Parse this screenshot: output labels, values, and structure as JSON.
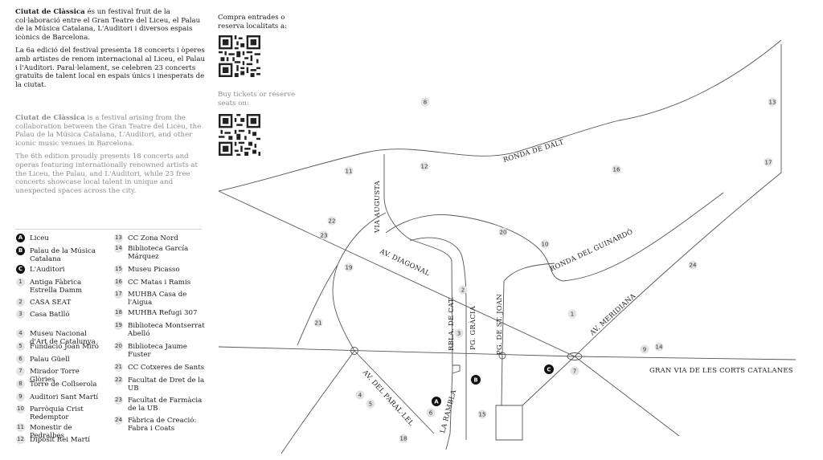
{
  "intro": {
    "ca_title": "Ciutat de Clàssica",
    "ca_p1": " és un festival fruit de la col·laboració entre el Gran Teatre del Liceu, el Palau de la Música Catalana, L'Auditori i diversos espais icònics de Barcelona.",
    "ca_p2": "La 6a edició del festival presenta 18 concerts i òperes amb artistes de renom internacional al Liceu, el Palau i l'Auditori. Paral·lelament, se celebren 23 concerts gratuïts de talent local en espais únics i inesperats de la ciutat.",
    "en_title": "Ciutat de Clàssica",
    "en_p1": " is a festival arising from the collaboration between the Gran Teatre del Liceu, the Palau de la Música Catalana, L'Auditori, and other iconic music venues in Barcelona.",
    "en_p2": "The 6th edition proudly presents 18 concerts and operas featuring internationally renowned artists at the Liceu, the Palau, and L'Auditori, while 23 free concerts showcase local talent in unique and unexpected spaces across the city."
  },
  "tickets": {
    "ca_label": "Compra entrades o reserva localitats a:",
    "en_label": "Buy tickets or reserve seats on:",
    "qr_icon": "qr-code-icon"
  },
  "legend": {
    "col1": [
      {
        "key": "A",
        "label": "Liceu",
        "dark": true
      },
      {
        "key": "B",
        "label": "Palau de la Música Catalana",
        "dark": true
      },
      {
        "key": "C",
        "label": "L'Auditori",
        "dark": true
      },
      {
        "key": "1",
        "label": "Antiga Fàbrica Estrella Damm"
      },
      {
        "key": "2",
        "label": "CASA SEAT"
      },
      {
        "key": "3",
        "label": "Casa Batlló"
      },
      {
        "key": "4",
        "label": "Museu Nacional d'Art de Catalunya"
      },
      {
        "key": "5",
        "label": "Fundació Joan Miró"
      },
      {
        "key": "6",
        "label": "Palau Güell"
      },
      {
        "key": "7",
        "label": "Mirador Torre Glòries"
      },
      {
        "key": "8",
        "label": "Torre de Collserola"
      },
      {
        "key": "9",
        "label": "Auditori Sant Martí"
      },
      {
        "key": "10",
        "label": "Parròquia Crist Redemptor"
      },
      {
        "key": "11",
        "label": "Monestir de Pedralbes"
      },
      {
        "key": "12",
        "label": "Dipòsit Rei Martí"
      }
    ],
    "col2": [
      {
        "key": "13",
        "label": "CC Zona Nord"
      },
      {
        "key": "14",
        "label": "Biblioteca García Márquez"
      },
      {
        "key": "15",
        "label": "Museu Picasso"
      },
      {
        "key": "16",
        "label": "CC Matas i Ramis"
      },
      {
        "key": "17",
        "label": "MUHBA Casa de l'Aigua"
      },
      {
        "key": "18",
        "label": "MUHBA Refugi 307"
      },
      {
        "key": "19",
        "label": "Biblioteca Montserrat Abelló"
      },
      {
        "key": "20",
        "label": "Biblioteca Jaume Fuster"
      },
      {
        "key": "21",
        "label": "CC Cotxeres de Sants"
      },
      {
        "key": "22",
        "label": "Facultat de Dret de la UB"
      },
      {
        "key": "23",
        "label": "Facultat de Farmàcia de la UB"
      },
      {
        "key": "24",
        "label": "Fàbrica de Creació: Fabra i Coats"
      }
    ]
  },
  "map": {
    "streets": {
      "ronda_dalt": "RONDA DE DALT",
      "via_augusta": "VIA AUGUSTA",
      "diagonal": "AV. DIAGONAL",
      "guinardo": "RONDA DEL GUINARDÓ",
      "meridiana": "AV. MERIDIANA",
      "rbla_cat": "RBLA. DE CAT.",
      "pg_gracia": "PG. GRÀCIA",
      "pg_st_joan": "PG. DE ST. JOAN",
      "gran_via": "GRAN VIA DE LES CORTS CATALANES",
      "parallel": "AV. DEL PARAL·LEL",
      "rambla": "LA RAMBLA"
    },
    "pins": [
      "8",
      "13",
      "11",
      "12",
      "16",
      "17",
      "22",
      "23",
      "20",
      "10",
      "19",
      "24",
      "2",
      "1",
      "3",
      "21",
      "9",
      "14",
      "7",
      "4",
      "5",
      "6",
      "15",
      "18",
      "A",
      "B",
      "C"
    ]
  }
}
